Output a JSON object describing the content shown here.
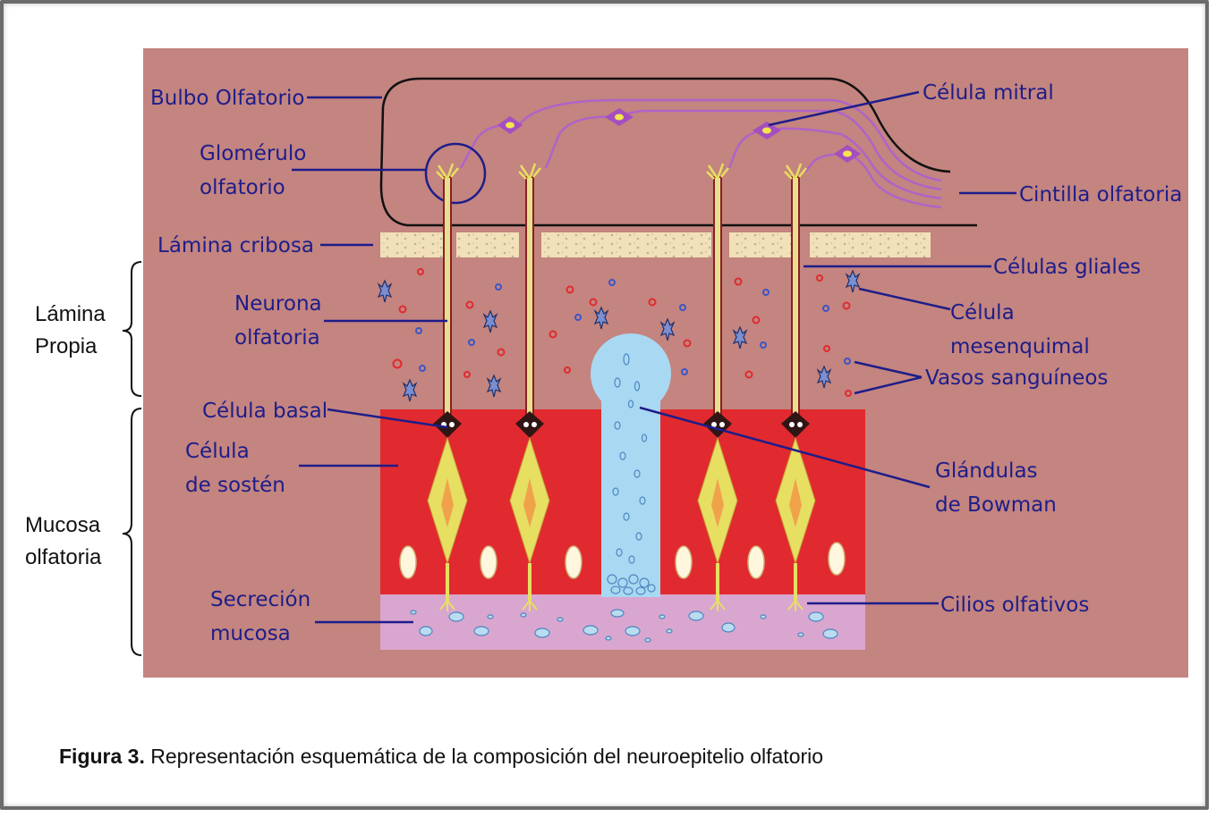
{
  "diagram": {
    "labels": {
      "bulbo": "Bulbo Olfatorio",
      "glomerulo_1": "Glomérulo",
      "glomerulo_2": "olfatorio",
      "lamina_cribosa": "Lámina cribosa",
      "neurona_1": "Neurona",
      "neurona_2": "olfatoria",
      "celula_basal": "Célula basal",
      "sosten_1": "Célula",
      "sosten_2": "de sostén",
      "secrecion_1": "Secreción",
      "secrecion_2": "mucosa",
      "mitral": "Célula mitral",
      "cintilla": "Cintilla olfatoria",
      "gliales": "Células gliales",
      "mesenquimal_1": "Célula",
      "mesenquimal_2": "mesenquimal",
      "vasos": "Vasos sanguíneos",
      "bowman_1": "Glándulas",
      "bowman_2": "de Bowman",
      "cilios": "Cilios olfativos"
    },
    "side_labels": {
      "lamina_propia_1": "Lámina",
      "lamina_propia_2": "Propia",
      "mucosa_1": "Mucosa",
      "mucosa_2": "olfatoria"
    },
    "colors": {
      "background": "#c4847f",
      "epithelium": "#e12a2f",
      "mucus": "#d9a6cf",
      "cribosa": "#f2e0b8",
      "neuron": "#e6df62",
      "axon": "#d1a63d",
      "mitral": "#a44ec0",
      "label": "#1d1d8a",
      "gland": "#a9d8f2"
    }
  },
  "caption": {
    "bold": "Figura 3.",
    "text": " Representación esquemática de la composición del neuroepitelio olfatorio"
  }
}
